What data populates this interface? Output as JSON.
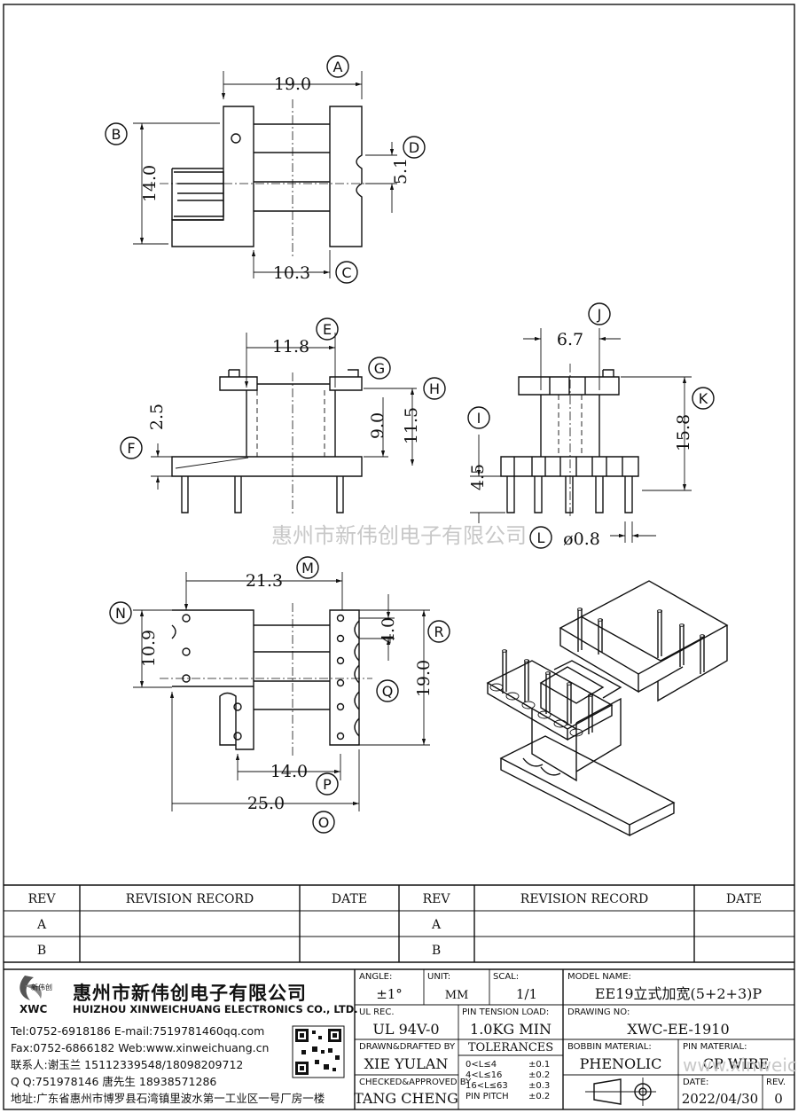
{
  "dimensions": {
    "a": "19.0",
    "b": "14.0",
    "c": "10.3",
    "d": "5.1",
    "e": "11.8",
    "f": "2.5",
    "g_h_inner": "9.0",
    "h": "11.5",
    "i": "4.5",
    "j": "6.7",
    "k": "15.8",
    "l": "ø0.8",
    "m": "21.3",
    "n": "10.9",
    "r_inner": "4.0",
    "r": "19.0",
    "p": "14.0",
    "o": "25.0"
  },
  "callouts": [
    "A",
    "B",
    "C",
    "D",
    "E",
    "F",
    "G",
    "H",
    "I",
    "J",
    "K",
    "L",
    "M",
    "N",
    "O",
    "P",
    "Q",
    "R"
  ],
  "watermark": "惠州市新伟创电子有限公司",
  "watermark2": "www.xinweichuang.cn",
  "revision_table": {
    "headers": [
      "REV",
      "REVISION RECORD",
      "DATE",
      "REV",
      "REVISION RECORD",
      "DATE"
    ],
    "rows": [
      [
        "A",
        "",
        "",
        "A",
        "",
        ""
      ],
      [
        "B",
        "",
        "",
        "B",
        "",
        ""
      ]
    ]
  },
  "company": {
    "logo_text": "XWC",
    "logo_small": "新伟创",
    "name_cn": "惠州市新伟创电子有限公司",
    "name_en": "HUIZHOU XINWEICHUANG ELECTRONICS CO., LTD.",
    "tel_line": "Tel:0752-6918186 E-mail:7519781460qq.com",
    "fax_line": "Fax:0752-6866182 Web:www.xinweichuang.cn",
    "contact_line": "联系人:谢玉兰 15112339548/18098209712",
    "qq_line": "Q Q:751978146    唐先生 18938571286",
    "address_line": "地址:广东省惠州市博罗县石湾镇里波水第一工业区一号厂房一楼"
  },
  "title_block": {
    "angle_label": "ANGLE:",
    "angle_value": "±1°",
    "unit_label": "UNIT:",
    "unit_value": "MM",
    "scale_label": "SCAL:",
    "scale_value": "1/1",
    "model_label": "MODEL NAME:",
    "model_value": "EE19立式加宽(5+2+3)P",
    "ul_label": "UL REC.",
    "ul_value": "UL 94V-0",
    "pin_tension_label": "PIN TENSION LOAD:",
    "pin_tension_value": "1.0KG MIN",
    "drawing_no_label": "DRAWING NO:",
    "drawing_no_value": "XWC-EE-1910",
    "drawn_label": "DRAWN&DRAFTED BY",
    "drawn_value": "XIE YULAN",
    "tolerances_label": "TOLERANCES",
    "tol_rows": [
      [
        "0<L≤4",
        "±0.1"
      ],
      [
        "4<L≤16",
        "±0.2"
      ],
      [
        "16<L≤63",
        "±0.3"
      ],
      [
        "PIN PITCH",
        "±0.2"
      ]
    ],
    "bobbin_label": "BOBBIN MATERIAL:",
    "bobbin_value": "PHENOLIC",
    "pin_material_label": "PIN MATERIAL:",
    "pin_material_value": "CP WIRE",
    "checked_label": "CHECKED&APPROVED BY",
    "checked_value": "TANG CHENG",
    "date_label": "DATE:",
    "date_value": "2022/04/30",
    "rev_label": "REV.",
    "rev_value": "0"
  }
}
